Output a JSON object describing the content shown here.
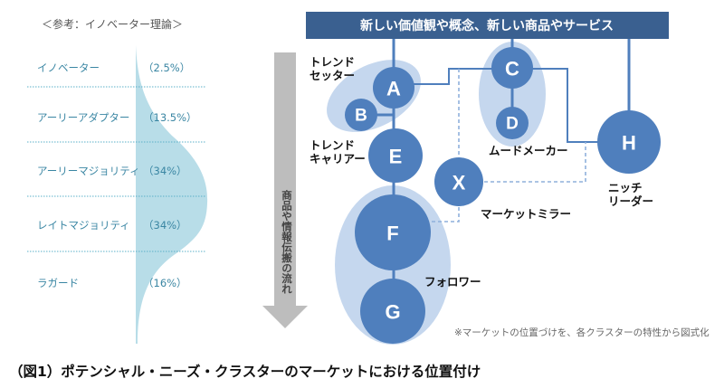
{
  "reference": {
    "title": "＜参考：イノベーター理論＞",
    "segments": [
      {
        "label": "イノベーター",
        "percent": "（2.5%）"
      },
      {
        "label": "アーリーアダプター",
        "percent": "（13.5%）"
      },
      {
        "label": "アーリーマジョリティ",
        "percent": "（34%）"
      },
      {
        "label": "レイトマジョリティ",
        "percent": "（34%）"
      },
      {
        "label": "ラガード",
        "percent": "（16%）"
      }
    ]
  },
  "diagram": {
    "top_bar": "新しい価値観や概念、新しい商品やサービス",
    "flow_arrow": "商品や情報伝搬の流れ",
    "nodes": {
      "A": "A",
      "B": "B",
      "C": "C",
      "D": "D",
      "E": "E",
      "F": "F",
      "G": "G",
      "H": "H",
      "X": "X"
    },
    "labels": {
      "trend_setter_1": "トレンド",
      "trend_setter_2": "セッター",
      "trend_carrier_1": "トレンド",
      "trend_carrier_2": "キャリアー",
      "mood_maker": "ムードメーカー",
      "market_mirror": "マーケットミラー",
      "niche_leader_1": "ニッチ",
      "niche_leader_2": "リーダー",
      "follower": "フォロワー"
    },
    "note": "※マーケットの位置づけを、各クラスターの特性から図式化"
  },
  "caption": "（図1）ポテンシャル・ニーズ・クラスターのマーケットにおける位置付け",
  "colors": {
    "node": "#4f7fbd",
    "cluster": "#c5d7ee",
    "bar": "#3a6090",
    "curve": "#b8dde8",
    "arrow": "#bdbdbd"
  }
}
